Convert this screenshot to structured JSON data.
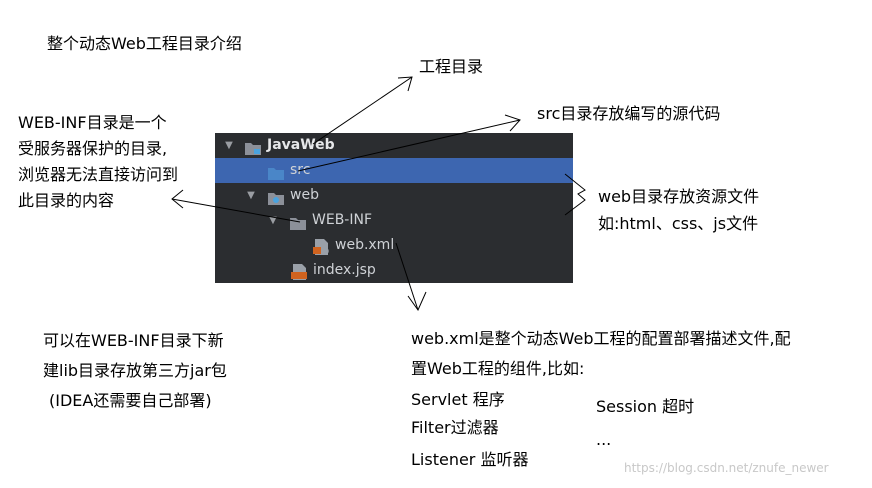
{
  "title": "整个动态Web工程目录介绍",
  "labels": {
    "project_dir": "工程目录",
    "src_desc": "src目录存放编写的源代码",
    "webinf_desc": [
      "WEB-INF目录是一个",
      "受服务器保护的目录,",
      "浏览器无法直接访问到",
      "此目录的内容"
    ],
    "web_dir_desc": [
      "web目录存放资源文件",
      "如:html、css、js文件"
    ],
    "lib_desc": [
      "可以在WEB-INF目录下新",
      "建lib目录存放第三方jar包",
      "(IDEA还需要自己部署)"
    ],
    "webxml_desc": [
      "web.xml是整个动态Web工程的配置部署描述文件,配",
      "置Web工程的组件,比如:"
    ],
    "components": {
      "servlet": "Servlet 程序",
      "filter": "Filter过滤器",
      "listener": "Listener 监听器",
      "session": "Session 超时",
      "more": "..."
    }
  },
  "tree": {
    "root": "JavaWeb",
    "src": "src",
    "web": "web",
    "web_inf": "WEB-INF",
    "web_xml": "web.xml",
    "index_jsp": "index.jsp",
    "selected": "src"
  },
  "colors": {
    "tree_bg": "#2b2d30",
    "selection": "#3d66b0",
    "folder_blue": "#4a86c8",
    "jsp_orange": "#d0631f"
  },
  "icons": [
    "folder-icon",
    "source-folder-icon",
    "web-folder-icon",
    "xml-file-icon",
    "jsp-file-icon",
    "chevron-down-icon"
  ],
  "watermark": "https://blog.csdn.net/znufe_newer"
}
